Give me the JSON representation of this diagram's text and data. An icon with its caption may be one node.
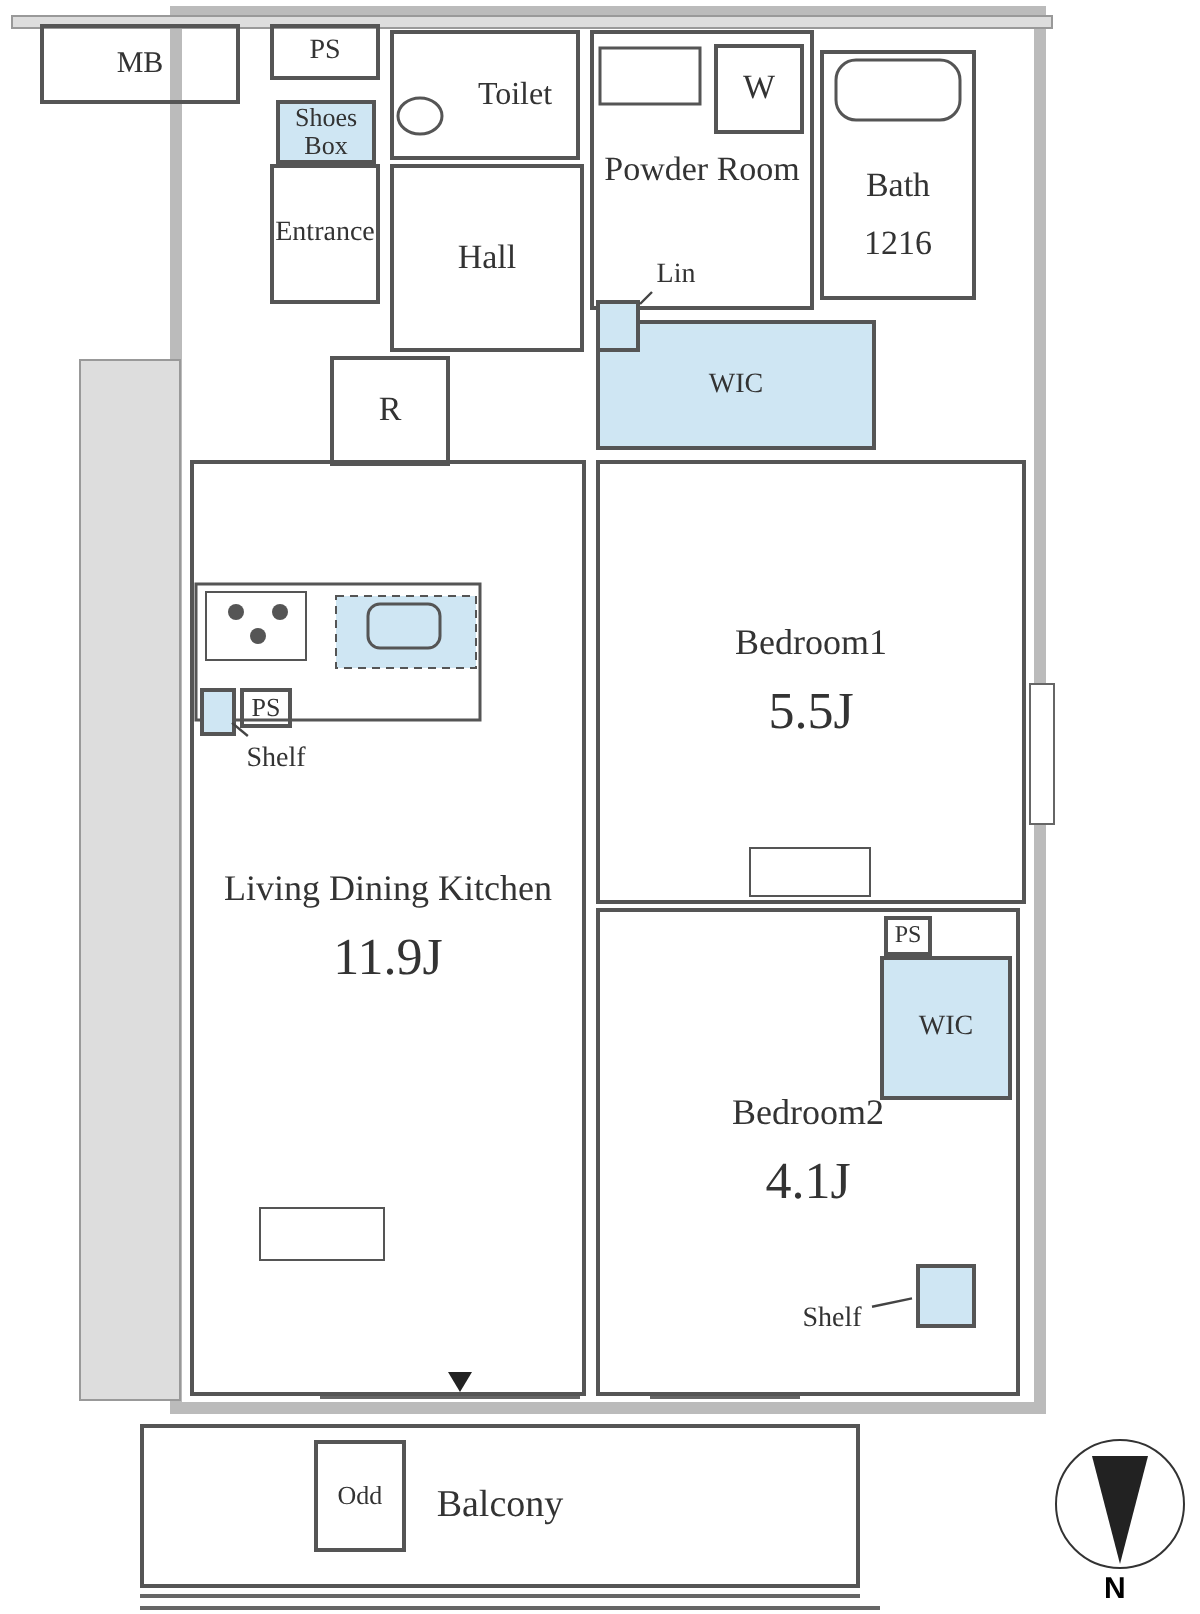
{
  "diagram": {
    "nodes": [
      {
        "text": [
          "MB"
        ]
      },
      {
        "text": [
          "PS"
        ]
      },
      {
        "text": [
          "Toilet"
        ]
      },
      {
        "text": [
          "W"
        ],
        "in": 6
      },
      {
        "text": [
          "Shoes Box"
        ]
      },
      {
        "text": [
          "Entrance"
        ]
      },
      {
        "text": [
          "Powder Room"
        ]
      },
      {
        "text": [
          "Bath",
          "1216"
        ]
      },
      {
        "text": [
          "Hall"
        ]
      },
      {
        "text": [
          "R"
        ]
      },
      {
        "text": [
          "WIC"
        ]
      },
      {
        "text": [
          "Bedroom1",
          "5.5J"
        ]
      },
      {
        "text": [
          "PS"
        ],
        "in": 13
      },
      {
        "text": [
          "Living Dining Kitchen",
          "11.9J"
        ]
      },
      {
        "text": [
          "PS"
        ],
        "in": 16
      },
      {
        "text": [
          "WIC"
        ],
        "in": 16
      },
      {
        "text": [
          "Bedroom2",
          "4.1J"
        ]
      },
      {
        "text": [
          "Balcony"
        ]
      },
      {
        "text": [
          "Odd"
        ],
        "in": 17
      },
      {
        "text": [
          "Lin"
        ],
        "in": 6
      },
      {
        "text": [],
        "shape": "box"
      },
      {
        "text": [
          "Shelf"
        ],
        "in": 13
      },
      {
        "text": [],
        "shape": "box",
        "in": 13
      },
      {
        "text": [
          "Shelf"
        ],
        "in": 16
      },
      {
        "text": [],
        "shape": "box",
        "in": 16
      }
    ],
    "edges": [
      {
        "from": 19,
        "to": 20,
        "arrow": "none"
      },
      {
        "from": 21,
        "to": 22,
        "arrow": "none"
      },
      {
        "from": 23,
        "to": 24,
        "arrow": "none"
      }
    ],
    "labels": [
      "N"
    ]
  }
}
